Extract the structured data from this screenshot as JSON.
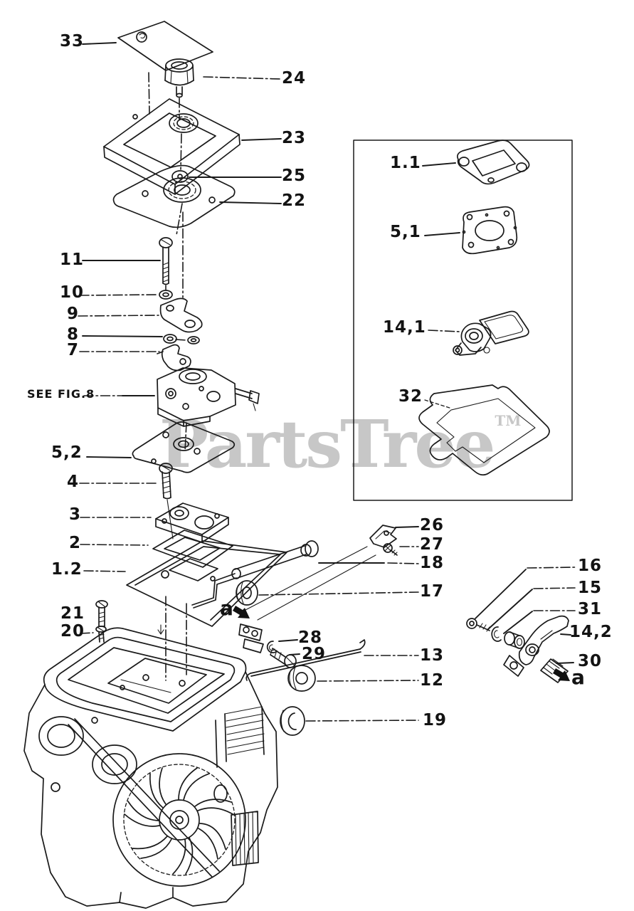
{
  "colors": {
    "background": "#ffffff",
    "line": "#1a1a1a",
    "watermark": "#c7c7c7"
  },
  "watermark": {
    "text": "PartsTree",
    "tm": "TM"
  },
  "note": {
    "see_figure": "SEE FIG.8"
  },
  "callouts": {
    "p33": "33",
    "p24": "24",
    "p23": "23",
    "p25": "25",
    "p22": "22",
    "p11": "11",
    "p10": "10",
    "p9": "9",
    "p8": "8",
    "p7": "7",
    "p5_2": "5,2",
    "p4": "4",
    "p3": "3",
    "p2": "2",
    "p1_2": "1.2",
    "p21": "21",
    "p20": "20",
    "p26": "26",
    "p27": "27",
    "p18": "18",
    "p17": "17",
    "p28": "28",
    "p29": "29",
    "p13": "13",
    "p12": "12",
    "p19": "19",
    "p16": "16",
    "p15": "15",
    "p31": "31",
    "p14_2": "14,2",
    "p30": "30",
    "a_upper": "a",
    "a_lower": "a"
  },
  "inset_callouts": {
    "p1_1": "1.1",
    "p5_1": "5,1",
    "p14_1": "14,1",
    "p32": "32"
  }
}
